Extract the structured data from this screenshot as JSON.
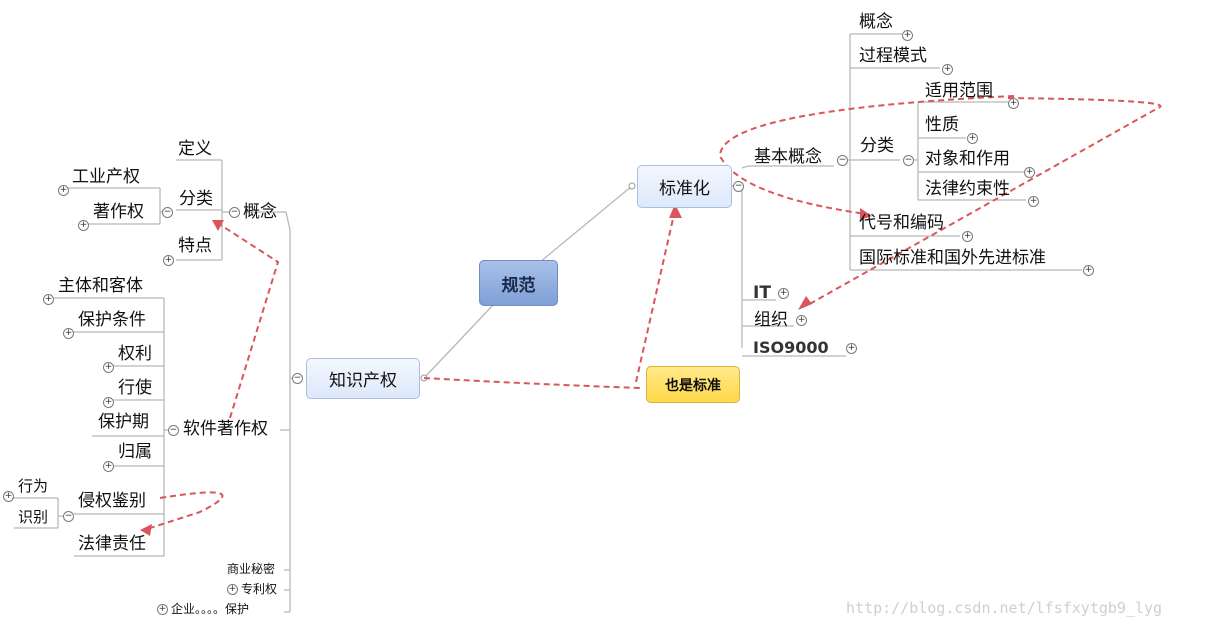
{
  "root": "规范",
  "left": {
    "title": "知识产权",
    "gainian": {
      "label": "概念",
      "dingyi": "定义",
      "fenlei": "分类",
      "gongye": "工业产权",
      "zhuzuo": "著作权",
      "tedian": "特点"
    },
    "ruanjian": {
      "label": "软件著作权",
      "items": [
        "主体和客体",
        "保护条件",
        "权利",
        "行使",
        "保护期",
        "归属",
        "侵权鉴别",
        "法律责任"
      ],
      "qinquan_children": [
        "行为",
        "识别"
      ]
    },
    "small": [
      "商业秘密",
      "专利权",
      "企业。。。。保护"
    ]
  },
  "right": {
    "title": "标准化",
    "jiben": {
      "label": "基本概念",
      "gainian": "概念",
      "guocheng": "过程模式",
      "fenlei": "分类",
      "fenlei_children": [
        "适用范围",
        "性质",
        "对象和作用",
        "法律约束性"
      ],
      "daihao": "代号和编码",
      "guoji": "国际标准和国外先进标准"
    },
    "it": "IT",
    "zuzhi": "组织",
    "iso": "ISO9000"
  },
  "note": "也是标准",
  "watermark": "http://blog.csdn.net/lfsfxytgb9_lyg",
  "colors": {
    "relation": "#d9575c",
    "branch_line": "#b8b8b8",
    "root_fill": "#8fade0",
    "note_fill": "#ffe066"
  }
}
